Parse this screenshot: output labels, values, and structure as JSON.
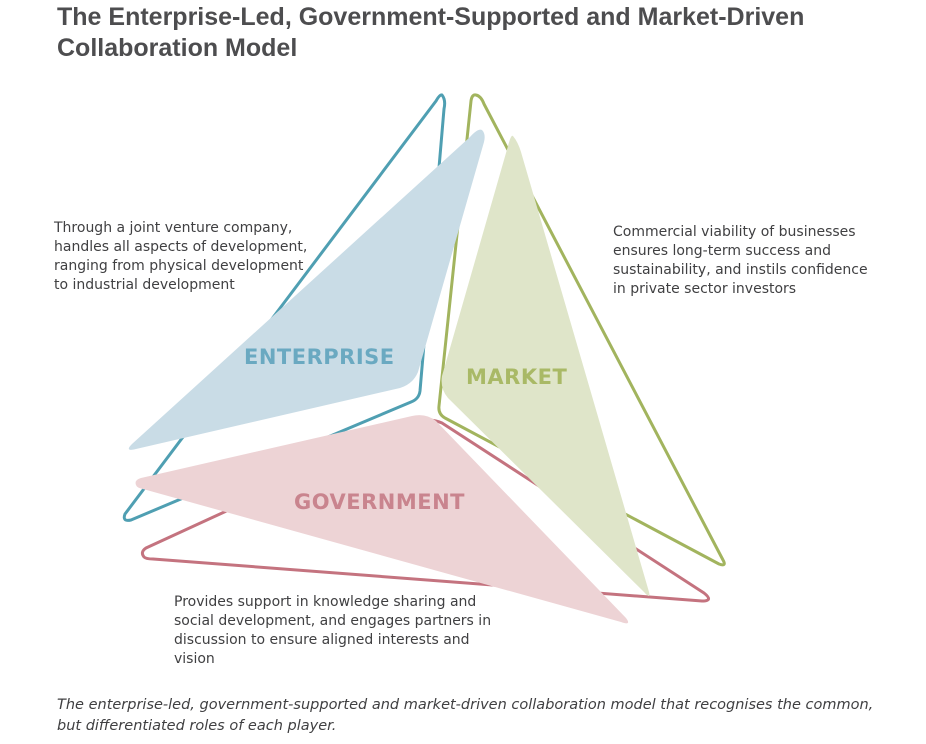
{
  "title": "The Enterprise-Led, Government-Supported and Market-Driven Collaboration Model",
  "colors": {
    "enterprise_stroke": "#4f9fb2",
    "enterprise_fill": "#c9dce6",
    "enterprise_text": "#6aa9c1",
    "market_stroke": "#a2b45e",
    "market_fill": "#dfe5c9",
    "market_text": "#a9b966",
    "government_stroke": "#c4737f",
    "government_fill": "#edd3d5",
    "government_text": "#c9848e",
    "body_text": "#404042",
    "title_text": "#4d4d4f"
  },
  "roles": {
    "enterprise": {
      "label": "ENTERPRISE",
      "description": "Through a joint venture company, handles all aspects of development, ranging from physical development to industrial development"
    },
    "market": {
      "label": "MARKET",
      "description": "Commercial viability of businesses ensures long-term success and sustainability, and instils confidence in private sector investors"
    },
    "government": {
      "label": "GOVERNMENT",
      "description": "Provides support in knowledge sharing and social development, and engages partners in discussion to ensure aligned interests and vision"
    }
  },
  "caption": "The enterprise-led, government-supported and market-driven collaboration model that recognises the common, but differentiated roles of each player."
}
